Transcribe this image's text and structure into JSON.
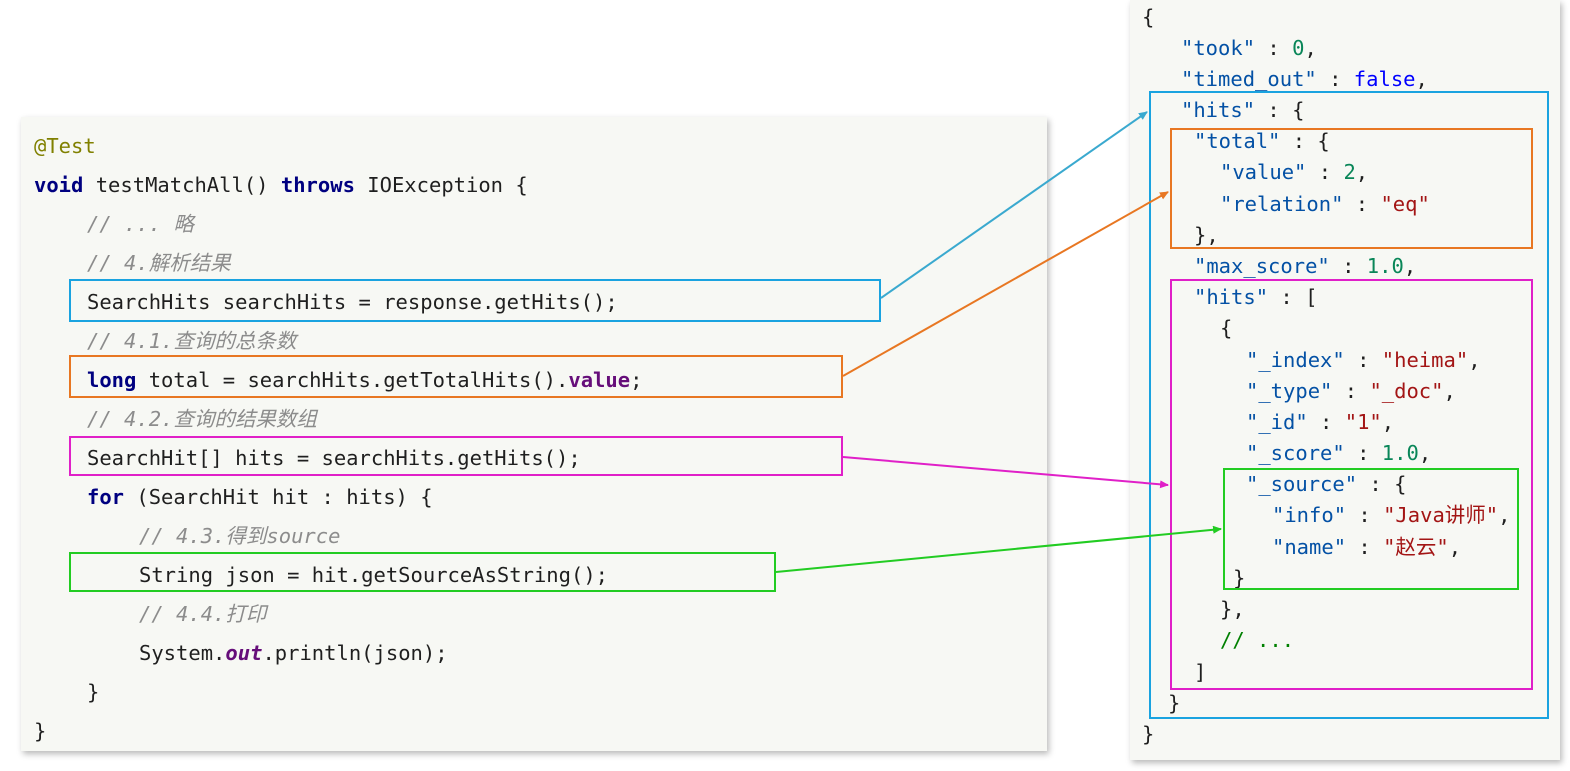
{
  "colors": {
    "blue": "#1aa3e0",
    "orange": "#e87722",
    "magenta": "#e020c8",
    "green": "#22cc22"
  },
  "java": {
    "annotation": "@Test",
    "kw_void": "void",
    "method_sig": " testMatchAll() ",
    "kw_throws": "throws",
    "exception_sig": " IOException {",
    "comment_omit": "// ... 略",
    "comment_parse": "// 4.解析结果",
    "search_hits_line": "SearchHits searchHits = response.getHits();",
    "comment_total": "// 4.1.查询的总条数",
    "kw_long": "long",
    "total_mid": " total = searchHits.getTotalHits().",
    "field_value": "value",
    "semicolon": ";",
    "comment_array": "// 4.2.查询的结果数组",
    "hits_array_line": "SearchHit[] hits = searchHits.getHits();",
    "kw_for": "for",
    "for_rest": " (SearchHit hit : hits) {",
    "comment_source": "// 4.3.得到source",
    "json_line": "String json = hit.getSourceAsString();",
    "comment_print": "// 4.4.打印",
    "print_prefix": "System.",
    "field_out": "out",
    "print_suffix": ".println(json);",
    "close_for": "}",
    "close_method": "}"
  },
  "json": {
    "open_brace": "{",
    "k_took": "\"took\"",
    "v_took": "0",
    "k_timed_out": "\"timed_out\"",
    "v_timed_out": "false",
    "k_hits": "\"hits\"",
    "k_total": "\"total\"",
    "k_value": "\"value\"",
    "v_value": "2",
    "k_relation": "\"relation\"",
    "v_relation": "\"eq\"",
    "close_total": "},",
    "k_max_score": "\"max_score\"",
    "v_max_score": "1.0",
    "k_hits_arr": "\"hits\"",
    "open_hit": "{",
    "k_index": "\"_index\"",
    "v_index": "\"heima\"",
    "k_type": "\"_type\"",
    "v_type": "\"_doc\"",
    "k_id": "\"_id\"",
    "v_id": "\"1\"",
    "k_score": "\"_score\"",
    "v_score": "1.0",
    "k_source": "\"_source\"",
    "k_info": "\"info\"",
    "v_info": "\"Java讲师\"",
    "k_name": "\"name\"",
    "v_name": "\"赵云\"",
    "close_source": "}",
    "close_hit": "},",
    "comment_more": "// ...",
    "close_arr": "]",
    "close_hits": "}",
    "close_root": "}"
  }
}
